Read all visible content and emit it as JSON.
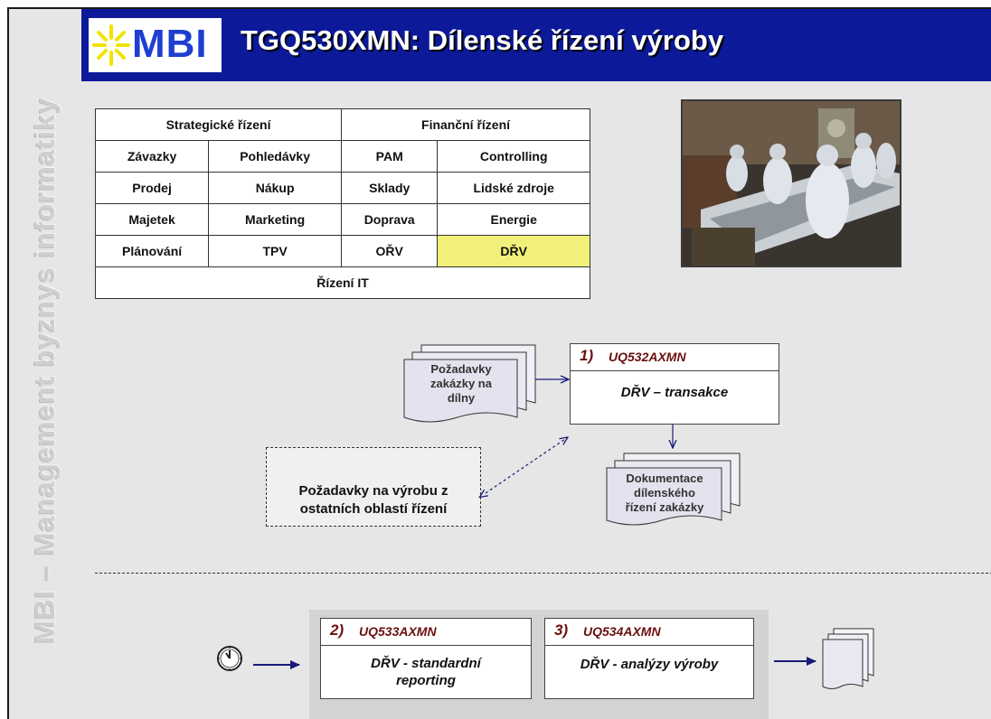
{
  "logo": {
    "text": "MBI"
  },
  "title": "TGQ530XMN: Dílenské řízení výroby",
  "sidebar": {
    "text": "MBI – Management byznys informatiky"
  },
  "grid": {
    "header": [
      "Strategické řízení",
      "Finanční řízení"
    ],
    "rows": [
      [
        "Závazky",
        "Pohledávky",
        "PAM",
        "Controlling"
      ],
      [
        "Prodej",
        "Nákup",
        "Sklady",
        "Lidské zdroje"
      ],
      [
        "Majetek",
        "Marketing",
        "Doprava",
        "Energie"
      ],
      [
        "Plánování",
        "TPV",
        "OŘV",
        "DŘV"
      ]
    ],
    "footer": "Řízení IT",
    "highlight_color": "#f1f07a"
  },
  "input_doc": {
    "line1": "Požadavky",
    "line2": "zakázky na",
    "line3": "dílny"
  },
  "process1": {
    "num": "1)",
    "code": "UQ532AXMN",
    "label": "DŘV – transakce"
  },
  "output_doc": {
    "line1": "Dokumentace",
    "line2": "dílenského",
    "line3": "řízení zakázky"
  },
  "other_req": {
    "line1": "Požadavky na výrobu z",
    "line2": "ostatních oblastí řízení"
  },
  "process2": {
    "num": "2)",
    "code": "UQ533AXMN",
    "label1": "DŘV - standardní",
    "label2": "reporting"
  },
  "process3": {
    "num": "3)",
    "code": "UQ534AXMN",
    "label": "DŘV - analýzy výroby"
  },
  "colors": {
    "header_bg": "#0c1a9a",
    "code_text": "#6b0f0f",
    "arrow": "#1a1a7a"
  }
}
